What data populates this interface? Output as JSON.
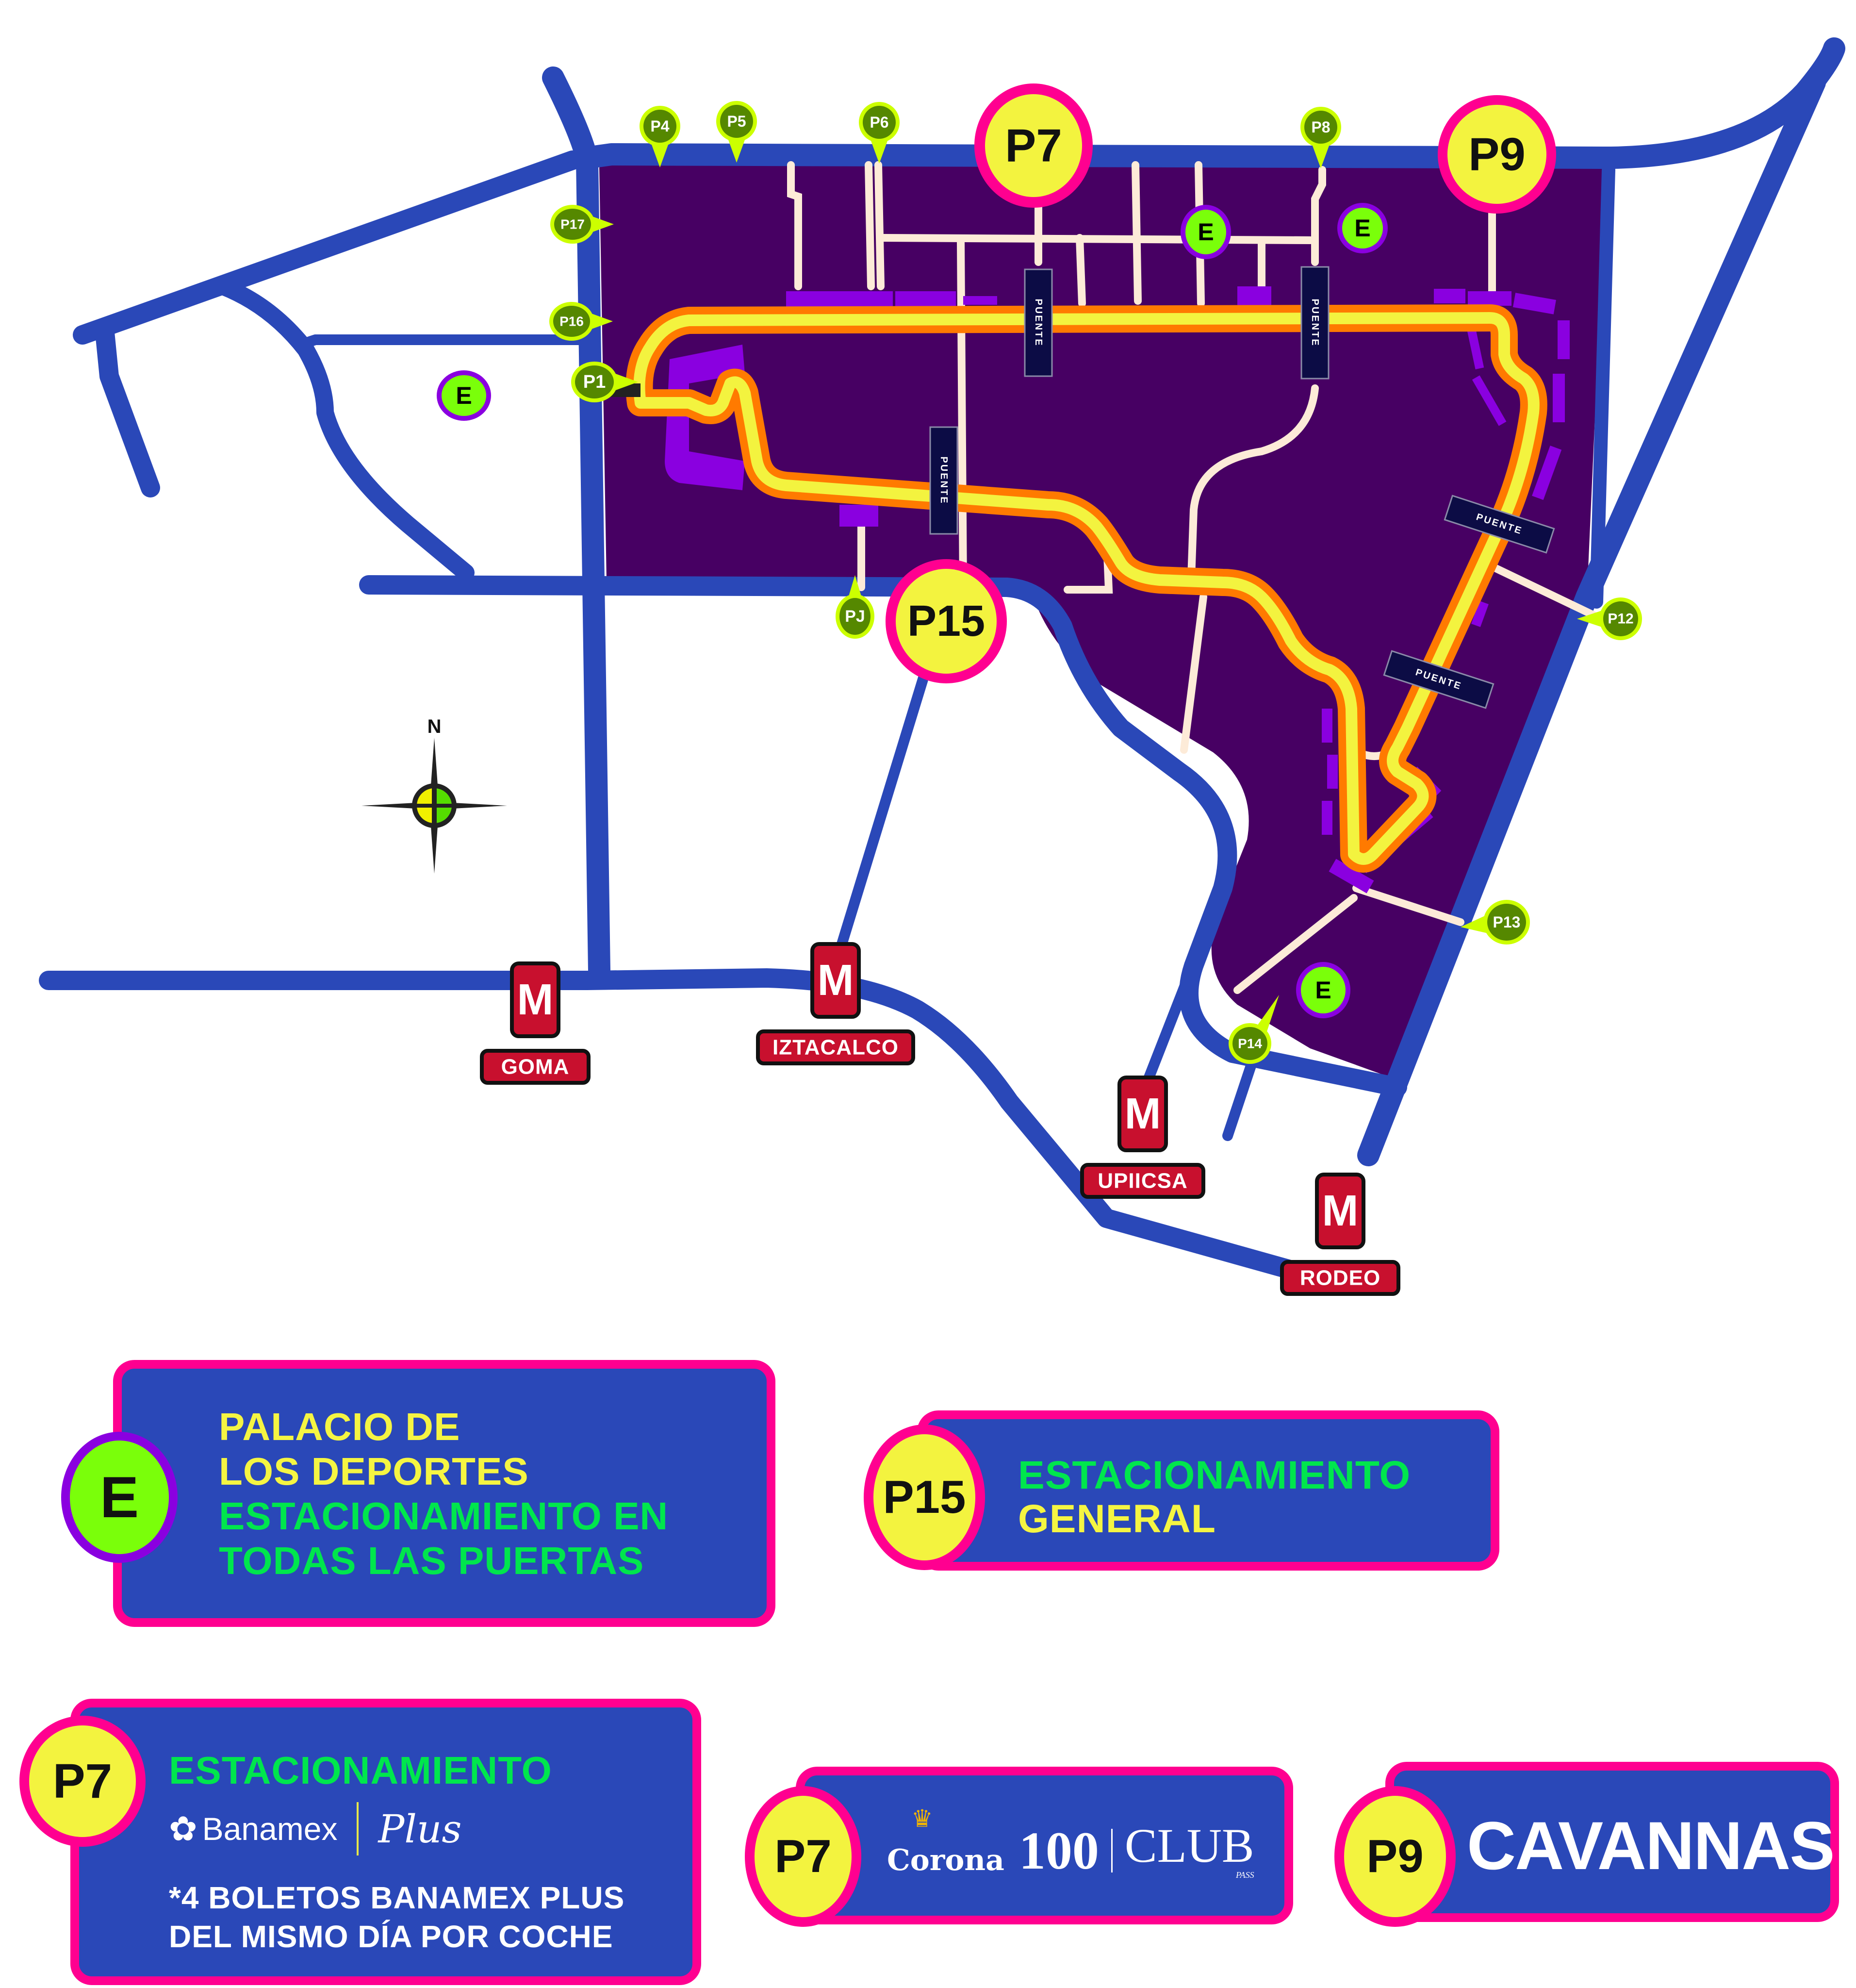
{
  "map": {
    "compass": {
      "north_label": "N"
    },
    "parking_pins": [
      {
        "id": "P4",
        "label": "P4"
      },
      {
        "id": "P5",
        "label": "P5"
      },
      {
        "id": "P6",
        "label": "P6"
      },
      {
        "id": "P8",
        "label": "P8"
      },
      {
        "id": "P17",
        "label": "P17"
      },
      {
        "id": "P16",
        "label": "P16"
      },
      {
        "id": "P1",
        "label": "P1"
      },
      {
        "id": "PJ",
        "label": "PJ"
      },
      {
        "id": "P12",
        "label": "P12"
      },
      {
        "id": "P13",
        "label": "P13"
      },
      {
        "id": "P14",
        "label": "P14"
      }
    ],
    "featured_parking": [
      {
        "id": "P7",
        "label": "P7"
      },
      {
        "id": "P9",
        "label": "P9"
      },
      {
        "id": "P15",
        "label": "P15"
      }
    ],
    "e_markers": [
      {
        "label": "E"
      },
      {
        "label": "E"
      },
      {
        "label": "E"
      },
      {
        "label": "E"
      }
    ],
    "bridges": [
      {
        "label": "PUENTE"
      },
      {
        "label": "PUENTE"
      },
      {
        "label": "PUENTE"
      },
      {
        "label": "PUENTE"
      },
      {
        "label": "PUENTE"
      }
    ],
    "metro_stations": [
      {
        "name": "GOMA"
      },
      {
        "name": "IZTACALCO"
      },
      {
        "name": "UPIICSA"
      },
      {
        "name": "RODEO"
      }
    ],
    "colors": {
      "road": "#2a48b8",
      "venue": "#470063",
      "track_outer": "#ff7a00",
      "track_inner": "#f3f33f",
      "parking_blocks": "#8a00e0",
      "paths": "#fdebd8",
      "pin_fill": "#558800",
      "pin_ring": "#ccff00",
      "featured_fill": "#f3f33f",
      "featured_ring": "#ff0090",
      "metro_red": "#c8102e",
      "e_fill": "#7aff0a",
      "e_ring": "#8a00e0"
    }
  },
  "legend": {
    "e_box": {
      "badge": "E",
      "line1": "PALACIO DE",
      "line2": "LOS DEPORTES",
      "line3": "ESTACIONAMIENTO EN",
      "line4": "TODAS LAS PUERTAS"
    },
    "p15_box": {
      "badge": "P15",
      "line1": "ESTACIONAMIENTO",
      "line2": "GENERAL"
    },
    "p7_banamex_box": {
      "badge": "P7",
      "title": "ESTACIONAMIENTO",
      "brand1": "Banamex",
      "brand2": "Plus",
      "note1": "*4 BOLETOS BANAMEX PLUS",
      "note2": "DEL MISMO DÍA POR COCHE"
    },
    "p7_corona_box": {
      "badge": "P7",
      "brand1": "Corona",
      "brand2": "100",
      "brand3": "CLUB",
      "brand3_sub": "PASS"
    },
    "p9_box": {
      "badge": "P9",
      "brand": "CAVANNAS"
    }
  }
}
